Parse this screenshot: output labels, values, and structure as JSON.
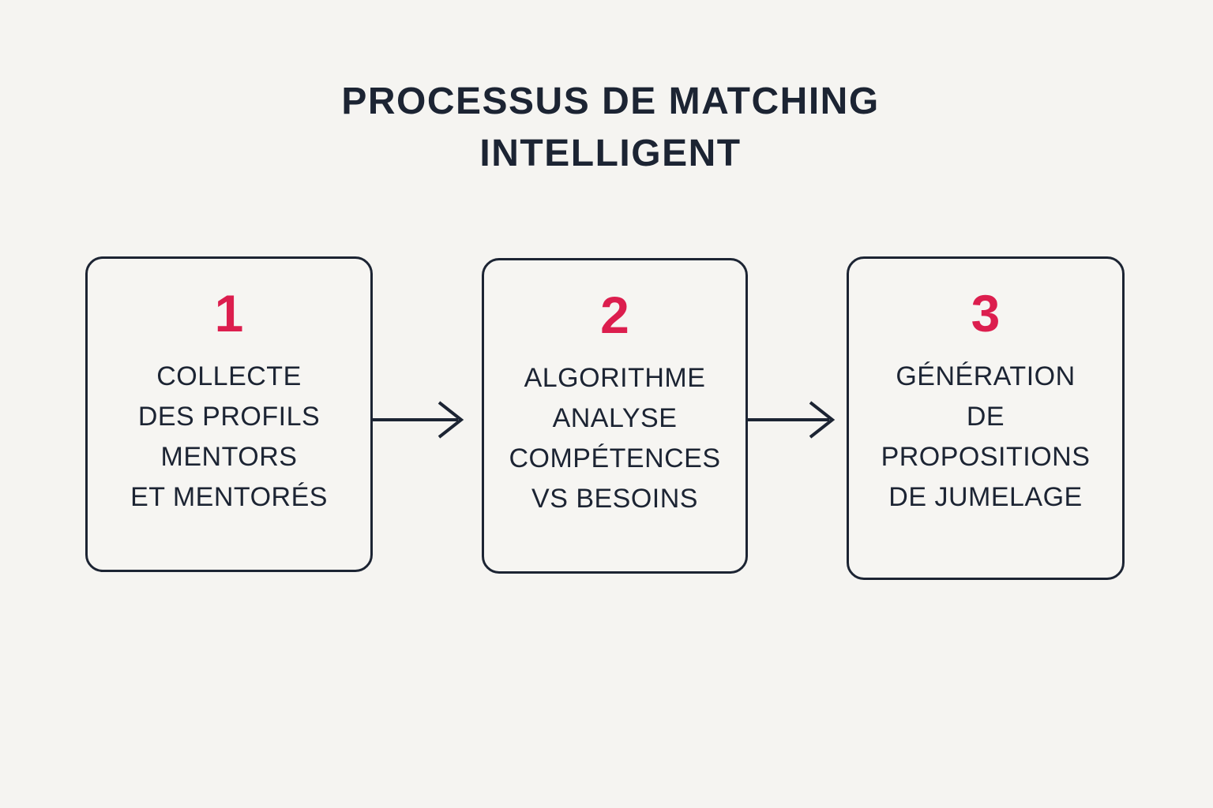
{
  "title": "PROCESSUS DE MATCHING\nINTELLIGENT",
  "colors": {
    "background": "#f5f4f1",
    "text": "#1c2433",
    "accent_number": "#dc1e4e",
    "box_border": "#1c2433",
    "arrow": "#1c2433"
  },
  "steps": [
    {
      "number": "1",
      "label": "COLLECTE\nDES PROFILS\nMENTORS\nET MENTORÉS"
    },
    {
      "number": "2",
      "label": "ALGORITHME\nANALYSE\nCOMPÉTENCES\nVS BESOINS"
    },
    {
      "number": "3",
      "label": "GÉNÉRATION\nDE\nPROPOSITIONS\nDE JUMELAGE"
    }
  ]
}
